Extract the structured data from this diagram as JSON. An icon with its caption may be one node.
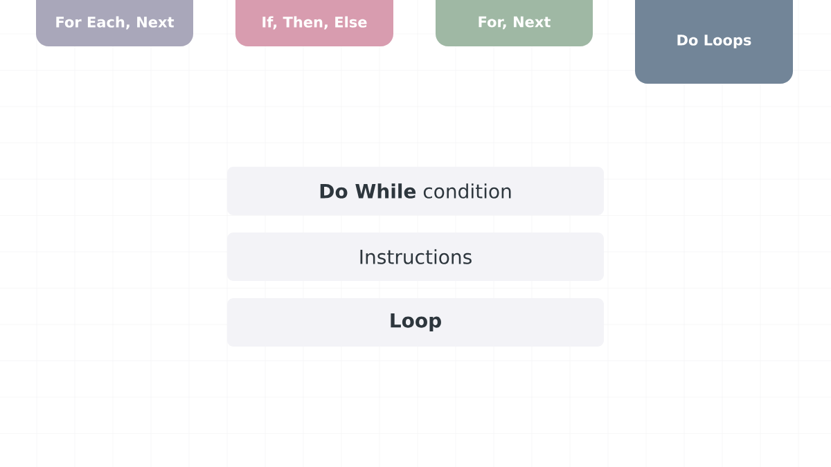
{
  "diagram": {
    "nodes": [
      {
        "text": [
          "For Each, Next"
        ]
      },
      {
        "text": [
          "If, Then, Else"
        ]
      },
      {
        "text": [
          "For, Next"
        ]
      },
      {
        "text": [
          "Do Loops"
        ]
      },
      {
        "text": [
          "**Do While** condition"
        ]
      },
      {
        "text": [
          "Instructions"
        ]
      },
      {
        "text": [
          "Loop"
        ]
      }
    ]
  }
}
